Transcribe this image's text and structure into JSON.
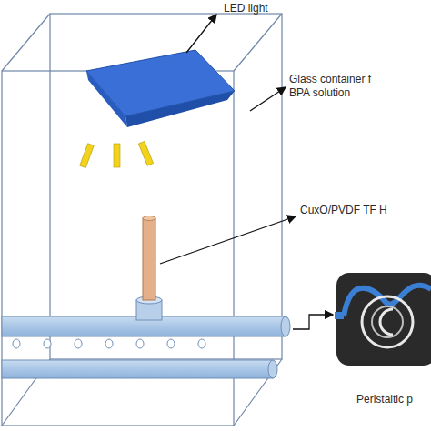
{
  "diagram": {
    "labels": [
      "LED light",
      "Glass container f",
      "BPA solution",
      "CuxO/PVDF TF H",
      "Peristaltic p"
    ]
  }
}
